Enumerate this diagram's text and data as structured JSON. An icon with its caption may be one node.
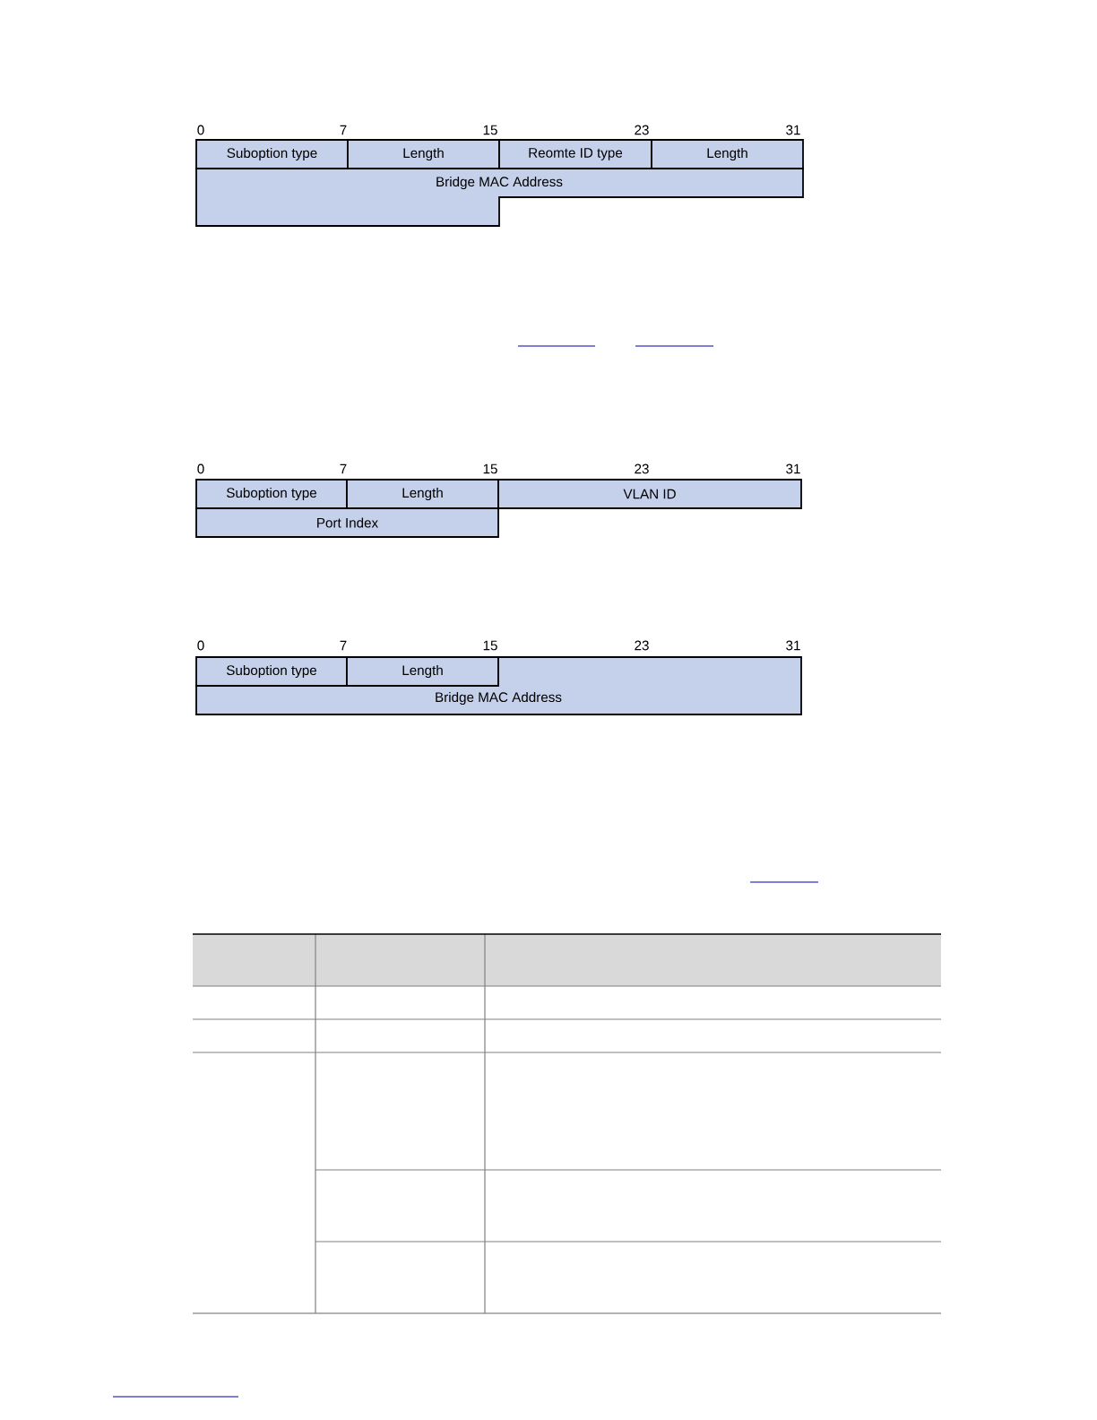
{
  "diagram": {
    "nodes": [
      {
        "text": [
          "Suboption type"
        ]
      },
      {
        "text": [
          "Length"
        ]
      },
      {
        "text": [
          "Reomte ID type"
        ]
      },
      {
        "text": [
          "Length"
        ]
      },
      {
        "text": [
          "Bridge MAC Address"
        ]
      },
      {
        "text": [
          "Suboption type"
        ]
      },
      {
        "text": [
          "Length"
        ]
      },
      {
        "text": [
          "VLAN ID"
        ]
      },
      {
        "text": [
          "Port Index"
        ]
      },
      {
        "text": [
          "Suboption type"
        ]
      },
      {
        "text": [
          "Length"
        ]
      },
      {
        "text": [
          "Bridge MAC Address"
        ]
      }
    ],
    "labels": [
      "0",
      "7",
      "15",
      "23",
      "31",
      "0",
      "7",
      "15",
      "23",
      "31",
      "0",
      "7",
      "15",
      "23",
      "31"
    ]
  }
}
